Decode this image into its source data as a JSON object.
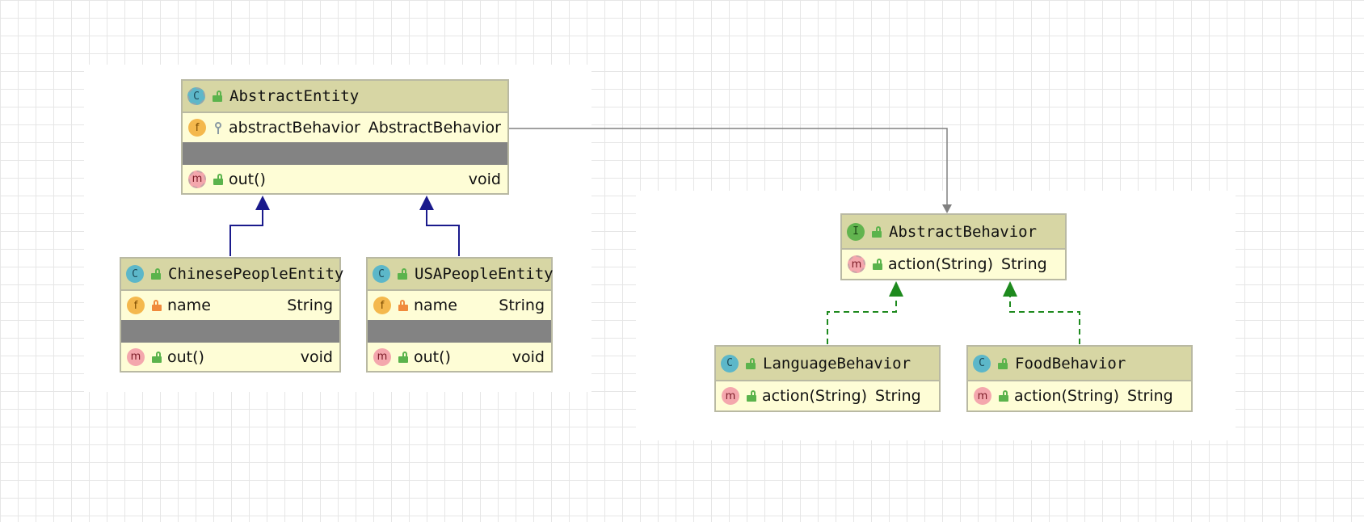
{
  "classes": {
    "abstract_entity": {
      "name": "AbstractEntity",
      "kind": "C",
      "fields": [
        {
          "name": "abstractBehavior",
          "type": "AbstractBehavior"
        }
      ],
      "methods": [
        {
          "name": "out()",
          "type": "void"
        }
      ]
    },
    "chinese_people_entity": {
      "name": "ChinesePeopleEntity",
      "kind": "C",
      "fields": [
        {
          "name": "name",
          "type": "String"
        }
      ],
      "methods": [
        {
          "name": "out()",
          "type": "void"
        }
      ]
    },
    "usa_people_entity": {
      "name": "USAPeopleEntity",
      "kind": "C",
      "fields": [
        {
          "name": "name",
          "type": "String"
        }
      ],
      "methods": [
        {
          "name": "out()",
          "type": "void"
        }
      ]
    },
    "abstract_behavior": {
      "name": "AbstractBehavior",
      "kind": "I",
      "methods": [
        {
          "name": "action(String)",
          "type": "String"
        }
      ]
    },
    "language_behavior": {
      "name": "LanguageBehavior",
      "kind": "C",
      "methods": [
        {
          "name": "action(String)",
          "type": "String"
        }
      ]
    },
    "food_behavior": {
      "name": "FoodBehavior",
      "kind": "C",
      "methods": [
        {
          "name": "action(String)",
          "type": "String"
        }
      ]
    }
  },
  "badges": {
    "class": "C",
    "interface": "I",
    "field": "f",
    "method": "m"
  },
  "colors": {
    "header": "#d7d6a4",
    "body": "#fefdd6",
    "inheritance": "#1a1a8c",
    "implementation": "#1e8a1e",
    "association": "#808080"
  },
  "icons": [
    "class-icon",
    "interface-icon",
    "field-icon",
    "method-icon",
    "public-lock-icon",
    "private-lock-icon",
    "key-icon"
  ]
}
